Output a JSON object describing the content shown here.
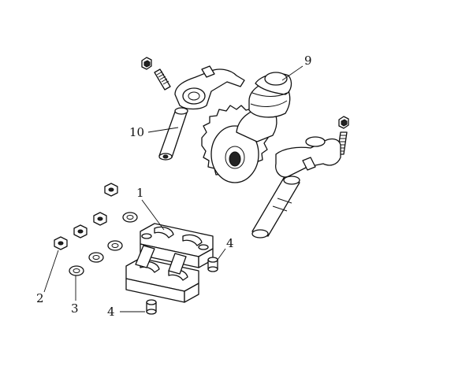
{
  "callouts": [
    {
      "id": "1",
      "text": "1"
    },
    {
      "id": "2",
      "text": "2"
    },
    {
      "id": "3",
      "text": "3"
    },
    {
      "id": "4a",
      "text": "4"
    },
    {
      "id": "4b",
      "text": "4"
    },
    {
      "id": "9",
      "text": "9"
    },
    {
      "id": "10",
      "text": "10"
    }
  ]
}
